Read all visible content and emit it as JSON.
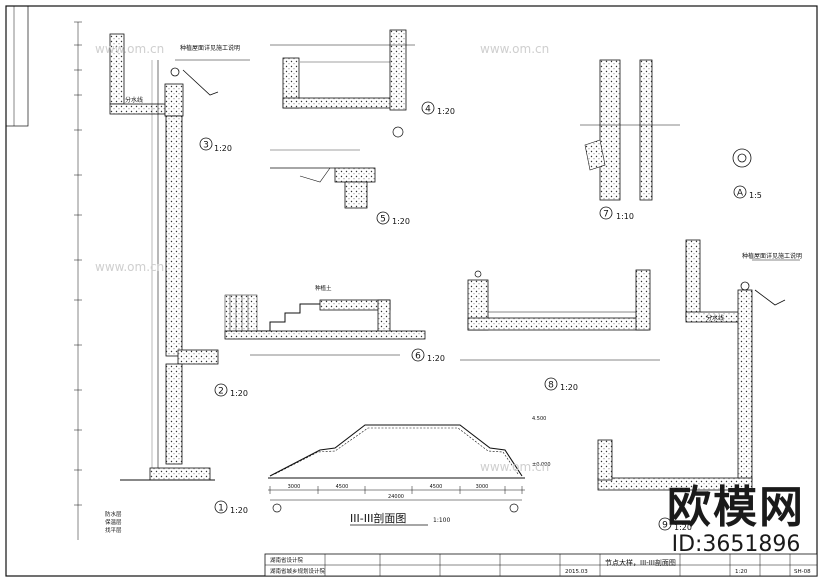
{
  "title_block": {
    "company_line1": "湖南省设计院",
    "company_line2": "湖南省城乡规划设计院",
    "date": "2015.03",
    "drawing_title": "节点大样，III-III剖面图",
    "sheet_no": "SH-08",
    "scale": "1:20"
  },
  "views": {
    "section_title": "III-III剖面图",
    "section_scale": "1:100",
    "detail_scale": "1:20",
    "detail_scale_small": "1:5",
    "detail_scale_10": "1:10",
    "detail_1": "1",
    "detail_2": "2",
    "detail_3": "3",
    "detail_4": "4",
    "detail_5": "5",
    "detail_6": "6",
    "detail_7": "7",
    "detail_8": "8",
    "detail_9": "9",
    "detail_a": "A"
  },
  "annotations": {
    "parapet_note": "种植屋面详见施工说明",
    "drain_note": "分水线",
    "roof_layers": [
      "防水层",
      "保温层",
      "找平层"
    ],
    "planting_note": "种植土",
    "dim_total": "24000",
    "dim_left": "3000",
    "dim_mid": "4500",
    "elev_top": "4.500",
    "elev_zero": "±0.000"
  },
  "watermark": {
    "brand": "欧模网",
    "id": "ID:3651896",
    "faint": "www.om.cn"
  }
}
